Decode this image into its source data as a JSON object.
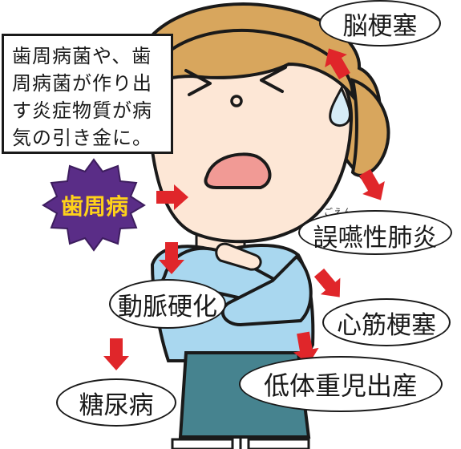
{
  "callout": {
    "lines": [
      "歯周病菌や、歯",
      "周病菌が作り出",
      "す炎症物質が病",
      "気の引き金に。"
    ]
  },
  "source_label": "歯周病",
  "diseases": {
    "stroke": "脳梗塞",
    "aspiration_pneumonia": "誤嚥性肺炎",
    "aspiration_pneumonia_furigana": "ごえん",
    "atherosclerosis": "動脈硬化",
    "myocardial_infarction": "心筋梗塞",
    "diabetes": "糖尿病",
    "low_birth_weight": "低体重児出産"
  },
  "colors": {
    "arrow": "#e0262a",
    "badge_fill": "#5a2d87",
    "badge_text": "#ffd21a",
    "hair": "#d8a65d",
    "skin": "#fde7d6",
    "shirt": "#a9d7ef",
    "skirt": "#46838f",
    "sweat": "#d6ecf7"
  },
  "icons": {
    "character": "woman-in-pain-illustration",
    "source_badge": "spiky-burst-badge",
    "arrows": "red-arrow-icon"
  }
}
